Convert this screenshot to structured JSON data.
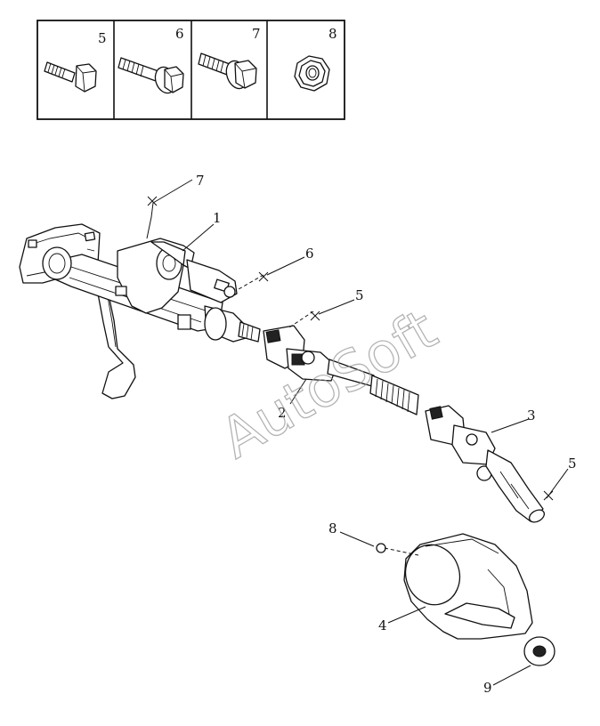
{
  "fastener_table": [
    {
      "number": "5",
      "icon": "hex-bolt-short-icon"
    },
    {
      "number": "6",
      "icon": "flange-bolt-long-icon"
    },
    {
      "number": "7",
      "icon": "flange-bolt-icon"
    },
    {
      "number": "8",
      "icon": "flange-nut-icon"
    }
  ],
  "callouts": [
    {
      "id": "c7",
      "label": "7"
    },
    {
      "id": "c1",
      "label": "1"
    },
    {
      "id": "c6",
      "label": "6"
    },
    {
      "id": "c5a",
      "label": "5"
    },
    {
      "id": "c2",
      "label": "2"
    },
    {
      "id": "c3",
      "label": "3"
    },
    {
      "id": "c5b",
      "label": "5"
    },
    {
      "id": "c8",
      "label": "8"
    },
    {
      "id": "c4",
      "label": "4"
    },
    {
      "id": "c9",
      "label": "9"
    }
  ],
  "watermark": "AutoSoft",
  "colors": {
    "line": "#111111",
    "background": "#ffffff",
    "watermark": "#9a9a9a"
  }
}
